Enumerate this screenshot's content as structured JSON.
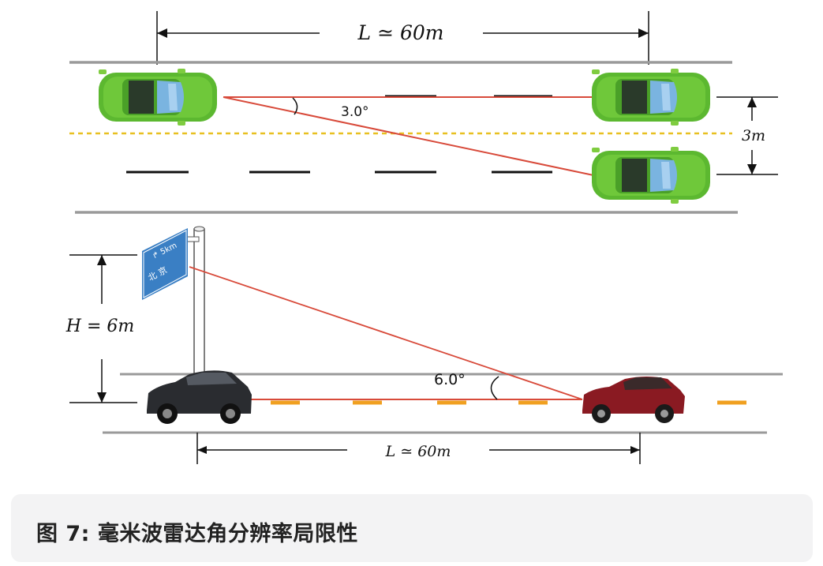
{
  "top_diagram": {
    "distance_label": "L ≃ 60m",
    "angle_label": "3.0°",
    "lane_gap_label": "3m",
    "colors": {
      "car": "#5cb830",
      "window": "#6fa8d8",
      "beam": "#d84a3a",
      "center_line": "#e8c020"
    }
  },
  "bottom_diagram": {
    "height_label": "H = 6m",
    "angle_label": "6.0°",
    "distance_label": "L ≃ 60m",
    "sign_text_line1": "↱ 5km",
    "sign_text_line2": "北 京",
    "colors": {
      "sign": "#3a7fc4",
      "beam": "#d84a3a",
      "lane_dash": "#f0a020",
      "red_car": "#8a1a22",
      "dark_car": "#2a2c30"
    }
  },
  "caption": "图 7: 毫米波雷达角分辨率局限性"
}
